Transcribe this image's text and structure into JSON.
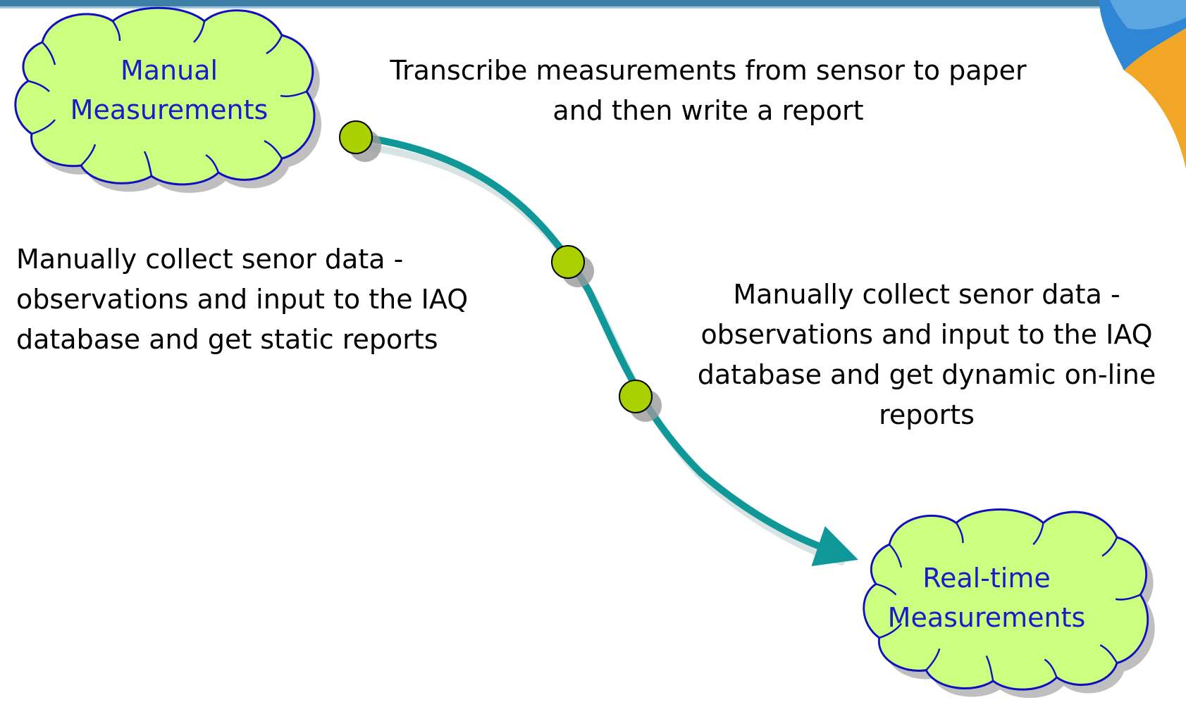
{
  "colors": {
    "cloud_fill": "#ccff80",
    "cloud_outline": "#1010c0",
    "cloud_text": "#1b1bc8",
    "path": "#109898",
    "node_fill": "#aad000",
    "header_band": "#3e7fa8",
    "corner_accent_orange": "#f2a626",
    "corner_accent_blue": "#2f86d4"
  },
  "clouds": {
    "start": {
      "lines": [
        "Manual",
        "Measurements"
      ]
    },
    "end": {
      "lines": [
        "Real-time",
        "Measurements"
      ]
    }
  },
  "steps": [
    {
      "lines": [
        "Transcribe measurements from sensor to paper",
        "and then write a report"
      ]
    },
    {
      "lines": [
        "Manually collect senor data -",
        "observations and input to the IAQ",
        "database and get static reports"
      ]
    },
    {
      "lines": [
        "Manually collect senor data -",
        "observations and input to the IAQ",
        "database and get dynamic on-line",
        "reports"
      ]
    }
  ]
}
